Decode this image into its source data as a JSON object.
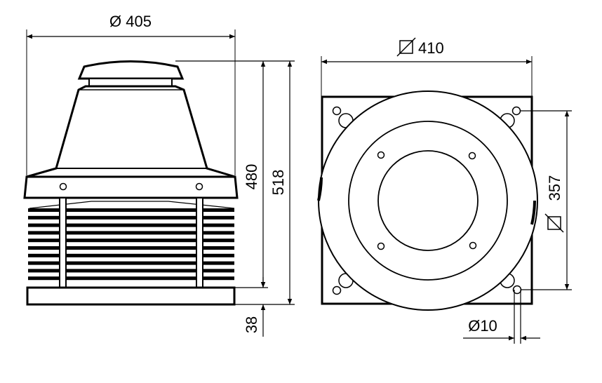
{
  "side_view": {
    "width_label": "Ø 405",
    "height_label": "480",
    "total_height_label": "518",
    "base_height_label": "38"
  },
  "top_view": {
    "square_label": "410",
    "hole_spacing_label": "357",
    "hole_diameter_label": "Ø10"
  },
  "colors": {
    "line": "#000000",
    "background": "#ffffff"
  }
}
